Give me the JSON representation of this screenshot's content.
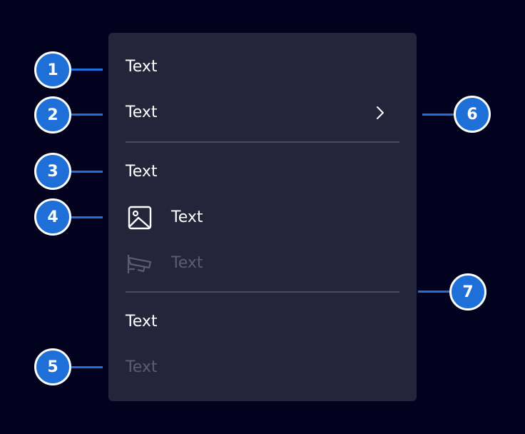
{
  "menu": {
    "items": [
      {
        "label": "Text"
      },
      {
        "label": "Text",
        "chevron_icon": "chevron-right-icon"
      },
      {
        "label": "Text"
      },
      {
        "label": "Text",
        "icon": "image-icon"
      },
      {
        "label": "Text",
        "icon": "security-camera-icon",
        "disabled": true
      },
      {
        "label": "Text"
      },
      {
        "label": "Text",
        "disabled": true
      }
    ]
  },
  "callouts": [
    "1",
    "2",
    "3",
    "4",
    "5",
    "6",
    "7"
  ],
  "colors": {
    "background": "#02021e",
    "menu_surface": "#24243a",
    "divider": "#4a4b62",
    "text_primary": "#ffffff",
    "text_disabled": "#5b5c74",
    "callout_blue": "#1f6fd8"
  }
}
